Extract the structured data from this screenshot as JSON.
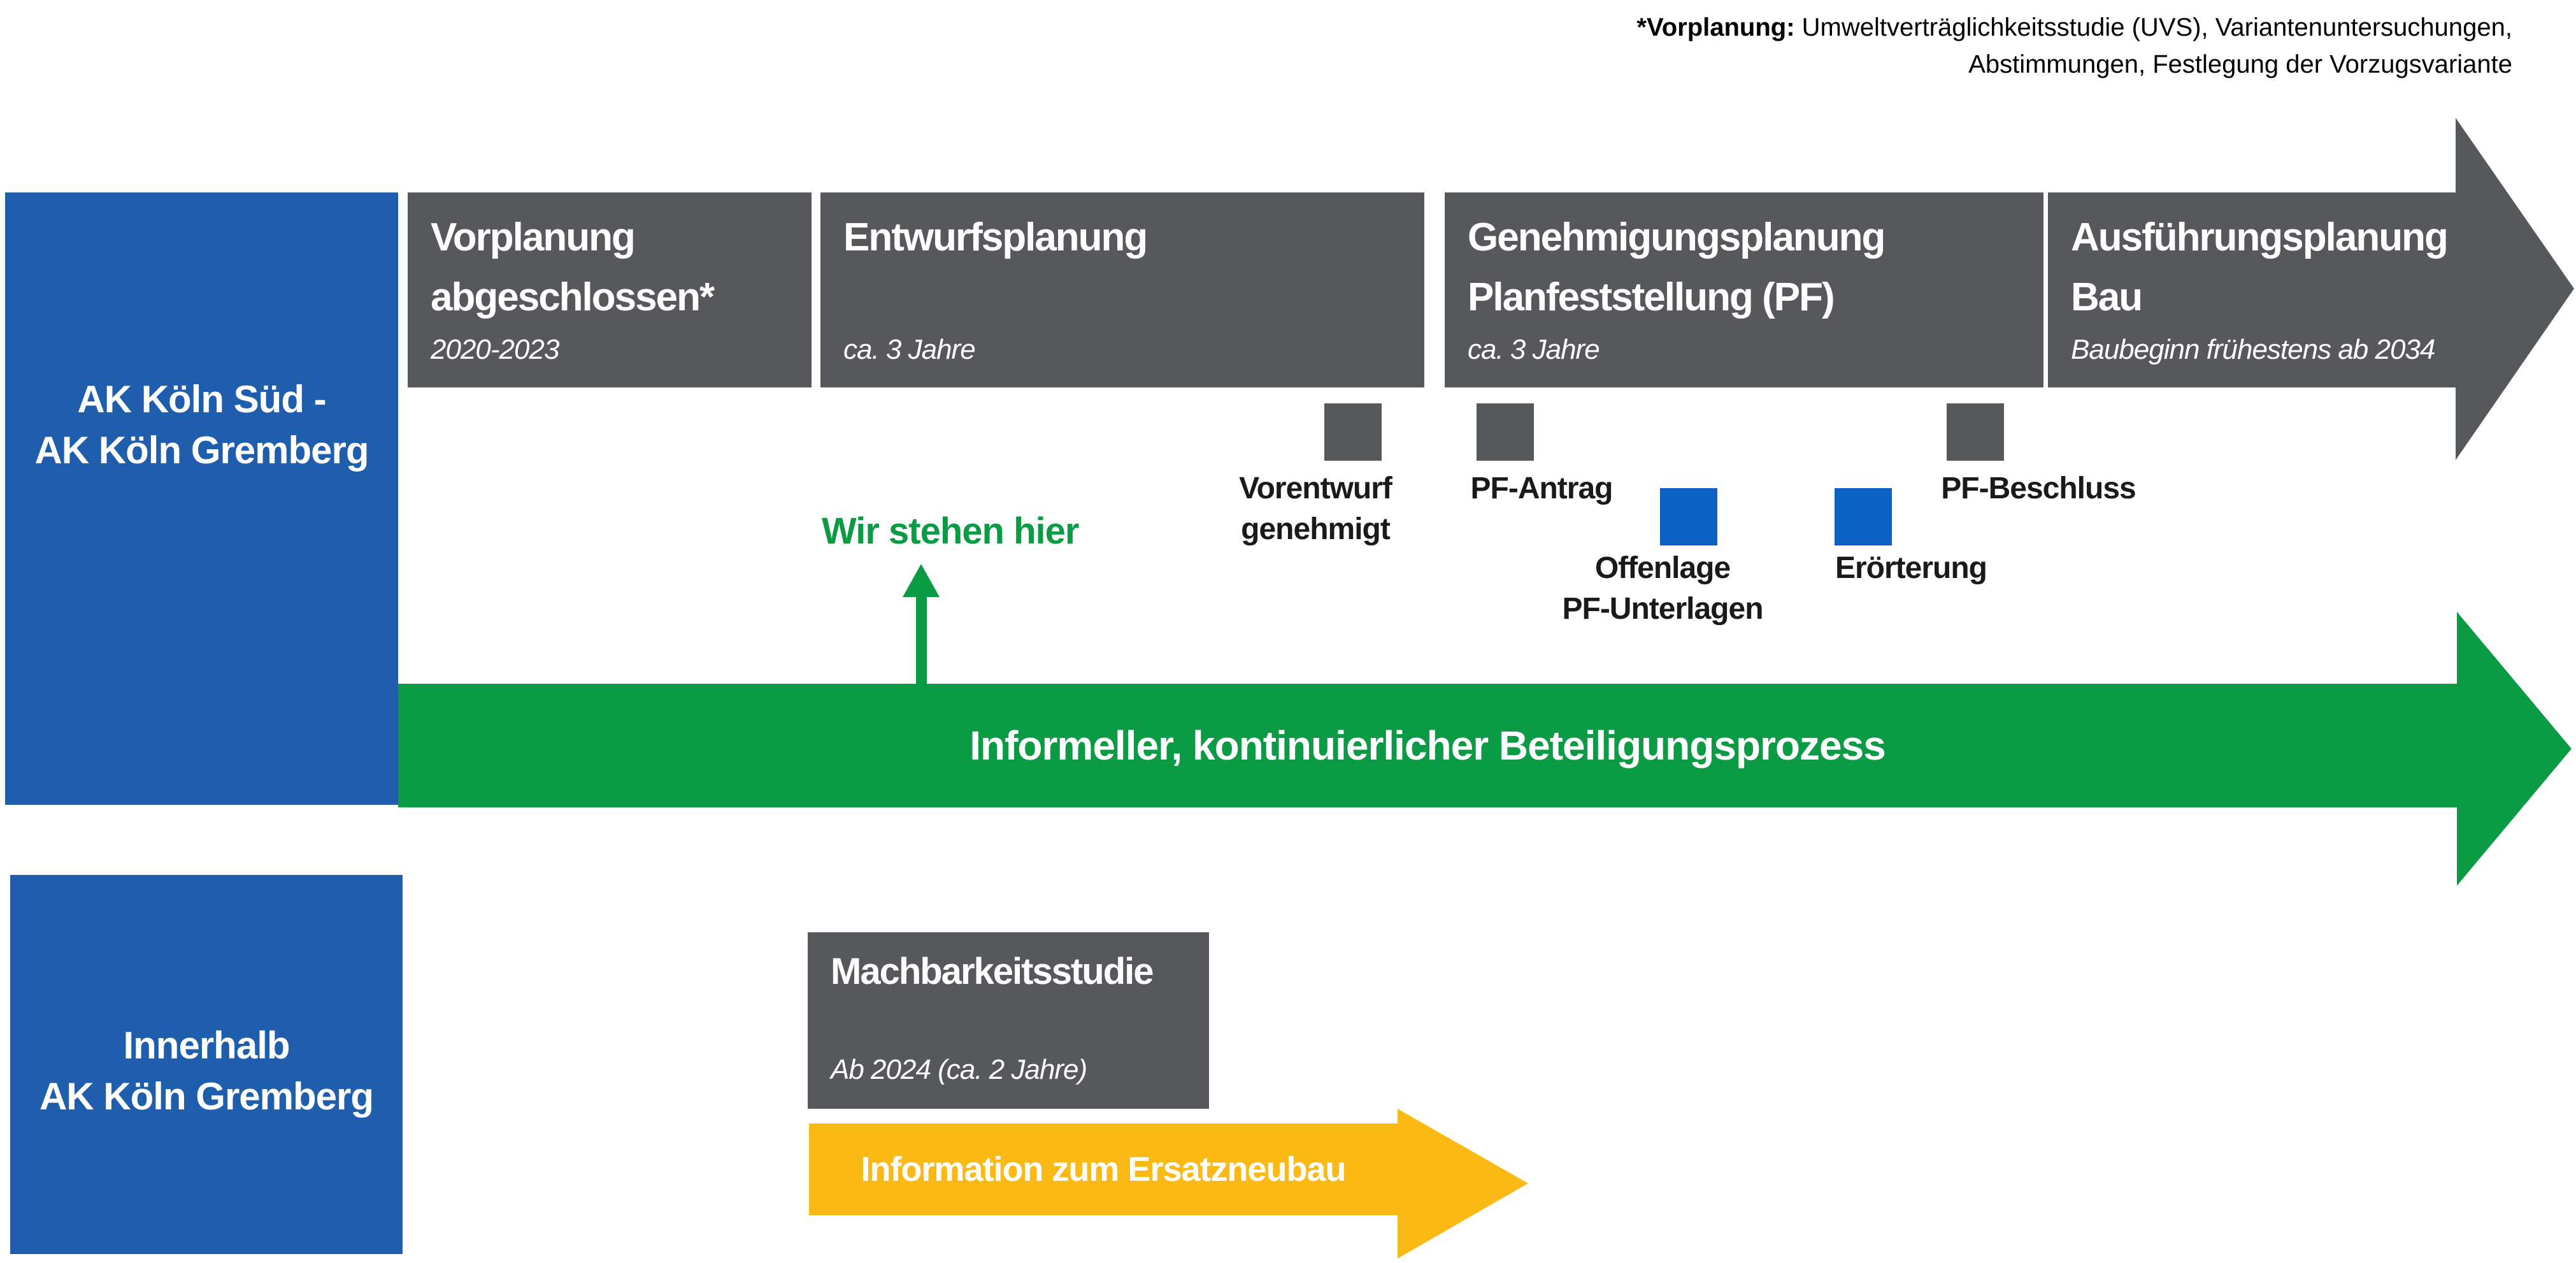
{
  "colors": {
    "gray": "#56585C",
    "blue-box": "#1F5EAD",
    "blue-sq": "#0C60C2",
    "green": "#0A9B44",
    "yellow": "#FBB916",
    "label": "#1A1A1A"
  },
  "footnote": {
    "label": "*Vorplanung:",
    "line1_rest": " Umweltverträglichkeitsstudie (UVS), Variantenuntersuchungen,",
    "line2": "Abstimmungen, Festlegung der Vorzugsvariante"
  },
  "row_upper": {
    "label_line1": "AK Köln Süd -",
    "label_line2": "AK Köln Gremberg",
    "phases": [
      {
        "title_line1": "Vorplanung",
        "title_line2": "abgeschlossen*",
        "subtitle": "2020-2023"
      },
      {
        "title_line1": "Entwurfsplanung",
        "title_line2": "",
        "subtitle": "ca. 3 Jahre"
      },
      {
        "title_line1": "Genehmigungsplanung",
        "title_line2": "Planfeststellung (PF)",
        "subtitle": "ca. 3 Jahre"
      },
      {
        "title_line1": "Ausführungsplanung",
        "title_line2": "Bau",
        "subtitle": "Baubeginn frühestens ab 2034"
      }
    ],
    "milestones": [
      {
        "line1": "Vorentwurf",
        "line2": "genehmigt",
        "color": "gray"
      },
      {
        "line1": "PF-Antrag",
        "line2": "",
        "color": "gray"
      },
      {
        "line1": "Offenlage",
        "line2": "PF-Unterlagen",
        "color": "blue"
      },
      {
        "line1": "Erörterung",
        "line2": "",
        "color": "blue"
      },
      {
        "line1": "PF-Beschluss",
        "line2": "",
        "color": "gray"
      }
    ],
    "status_marker": {
      "label": "Wir stehen hier"
    },
    "participation_arrow": {
      "label": "Informeller, kontinuierlicher Beteiligungsprozess"
    }
  },
  "row_lower": {
    "label_line1": "Innerhalb",
    "label_line2": "AK Köln Gremberg",
    "study_box": {
      "title": "Machbarkeitsstudie",
      "subtitle": "Ab 2024 (ca. 2 Jahre)"
    },
    "info_arrow": {
      "label": "Information zum Ersatzneubau"
    }
  }
}
